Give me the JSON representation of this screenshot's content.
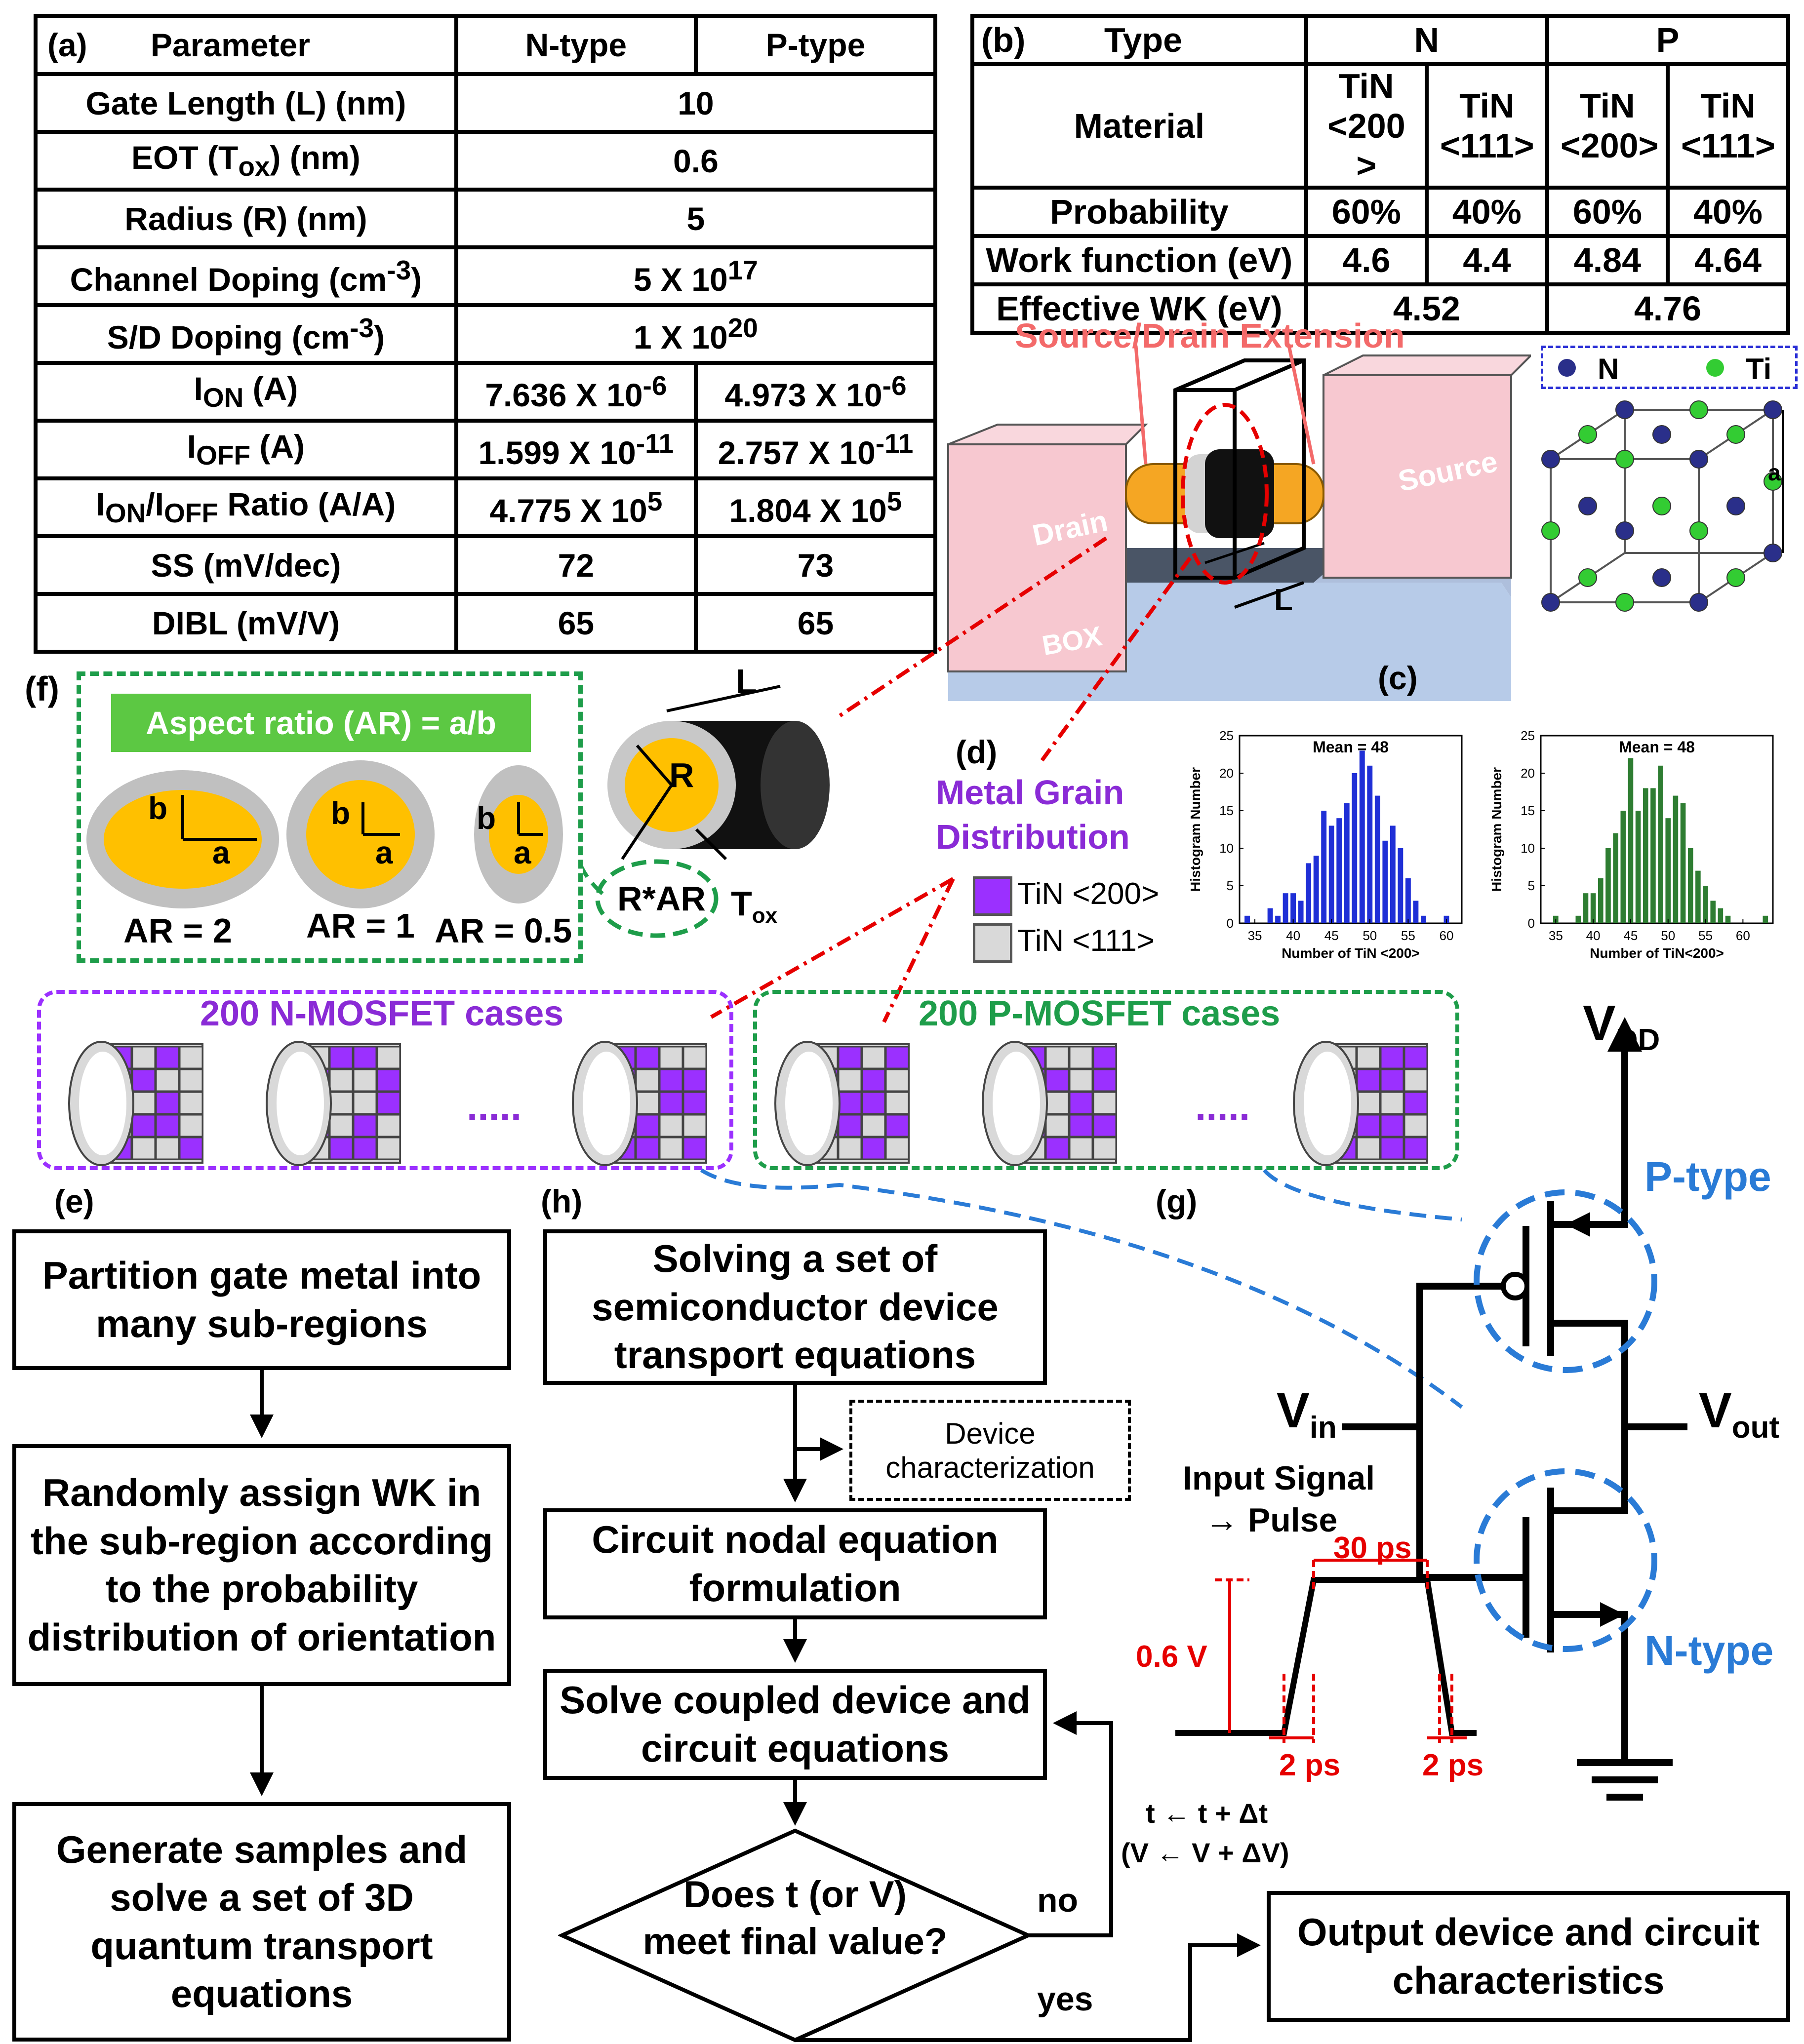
{
  "table_a": {
    "panel": "(a)",
    "header": [
      "Parameter",
      "N-type",
      "P-type"
    ],
    "rows": [
      {
        "param": "Gate Length (L) (nm)",
        "value": "10"
      },
      {
        "param_html": "EOT (T<sub>ox</sub>) (nm)",
        "value": "0.6"
      },
      {
        "param": "Radius (R) (nm)",
        "value": "5"
      },
      {
        "param_html": "Channel Doping (cm<sup>-3</sup>)",
        "value_html": "5 X 10<sup>17</sup>"
      },
      {
        "param_html": "S/D Doping (cm<sup>-3</sup>)",
        "value_html": "1 X 10<sup>20</sup>"
      },
      {
        "param_html": "I<sub>ON</sub> (A)",
        "n_html": "7.636 X 10<sup>-6</sup>",
        "p_html": "4.973 X 10<sup>-6</sup>"
      },
      {
        "param_html": "I<sub>OFF</sub> (A)",
        "n_html": "1.599 X 10<sup>-11</sup>",
        "p_html": "2.757 X 10<sup>-11</sup>"
      },
      {
        "param_html": "I<sub>ON</sub>/I<sub>OFF</sub> Ratio (A/A)",
        "n_html": "4.775 X 10<sup>5</sup>",
        "p_html": "1.804 X 10<sup>5</sup>"
      },
      {
        "param": "SS (mV/dec)",
        "n": "72",
        "p": "73"
      },
      {
        "param": "DIBL (mV/V)",
        "n": "65",
        "p": "65"
      }
    ]
  },
  "table_b": {
    "panel": "(b)",
    "type_label": "Type",
    "n_label": "N",
    "p_label": "P",
    "material_label": "Material",
    "materials": [
      "TiN <200>",
      "TiN <111>",
      "TiN <200>",
      "TiN <111>"
    ],
    "probability_label": "Probability",
    "probability": [
      "60%",
      "40%",
      "60%",
      "40%"
    ],
    "wf_label": "Work function (eV)",
    "wf": [
      "4.6",
      "4.4",
      "4.84",
      "4.64"
    ],
    "eff_label": "Effective WK (eV)",
    "eff": [
      "4.52",
      "4.76"
    ]
  },
  "device": {
    "sd_ext": "Source/Drain Extension",
    "drain": "Drain",
    "source": "Source",
    "box": "BOX",
    "L": "L",
    "legend_n": "N",
    "legend_ti": "Ti",
    "a": "a",
    "colors": {
      "drain_source": "#f7c8d0",
      "box": "#b7cbe8",
      "channel": "#f5a623",
      "gate": "#111111",
      "oxide": "#d3d3d3",
      "n_atom": "#2a2f8a",
      "ti_atom": "#33cc33"
    }
  },
  "panel_c": {
    "label": "(c)",
    "ylabel": "Histogram Number",
    "xlabel": "Number of TiN <200>",
    "xlabel2": "Number of TiN<200>",
    "mean": "Mean = 48",
    "yticks": [
      "0",
      "5",
      "10",
      "15",
      "20",
      "25"
    ],
    "xticks": [
      "35",
      "40",
      "45",
      "50",
      "55",
      "60"
    ]
  },
  "chart_data": [
    {
      "type": "bar",
      "title": "Mean = 48",
      "xlabel": "Number of TiN <200>",
      "ylabel": "Histogram Number",
      "ylim": [
        0,
        25
      ],
      "xlim": [
        33,
        62
      ],
      "x": [
        34,
        37,
        38,
        39,
        40,
        41,
        42,
        43,
        44,
        45,
        46,
        47,
        48,
        49,
        50,
        51,
        52,
        53,
        54,
        55,
        56,
        57,
        60
      ],
      "values": [
        1,
        2,
        1,
        4,
        4,
        3,
        8,
        9,
        15,
        13,
        14,
        16,
        20,
        23,
        21,
        17,
        11,
        13,
        10,
        6,
        3,
        1,
        1
      ],
      "color": "#1f2fd6"
    },
    {
      "type": "bar",
      "title": "Mean = 48",
      "xlabel": "Number of TiN<200>",
      "ylabel": "Histogram Number",
      "ylim": [
        0,
        25
      ],
      "xlim": [
        33,
        64
      ],
      "x": [
        35,
        38,
        39,
        40,
        41,
        42,
        43,
        44,
        45,
        46,
        47,
        48,
        49,
        50,
        51,
        52,
        53,
        54,
        55,
        56,
        57,
        58,
        63
      ],
      "values": [
        1,
        1,
        4,
        4,
        6,
        10,
        12,
        15,
        22,
        15,
        18,
        18,
        21,
        14,
        17,
        16,
        10,
        7,
        5,
        3,
        2,
        1,
        1
      ],
      "color": "#2e7d32"
    }
  ],
  "panel_d": {
    "label": "(d)",
    "title1": "Metal Grain",
    "title2": "Distribution",
    "legend1": "TiN <200>",
    "legend2": "TiN <111>",
    "color1": "#9b30ff",
    "color2": "#d9d9d9"
  },
  "panel_f": {
    "label": "(f)",
    "ar_title": "Aspect ratio (AR) = a/b",
    "b": "b",
    "a": "a",
    "ar2": "AR = 2",
    "ar1": "AR = 1",
    "ar05": "AR = 0.5",
    "rar": "R*AR",
    "L": "L",
    "R": "R",
    "tox": "T",
    "tox_sub": "ox"
  },
  "cases": {
    "n_title": "200 N-MOSFET cases",
    "p_title": "200 P-MOSFET cases",
    "dots": "....."
  },
  "panel_e": {
    "label": "(e)",
    "box1": "Partition gate metal into many sub-regions",
    "box2": "Randomly assign WK in the sub-region according to the probability distribution of orientation",
    "box3": "Generate samples and solve a set of 3D quantum transport equations"
  },
  "panel_h": {
    "label": "(h)",
    "box1": "Solving a set of semiconductor device transport equations",
    "device_char": "Device characterization",
    "box2": "Circuit nodal equation formulation",
    "box3": "Solve coupled device and circuit equations",
    "decision": "Does t (or V) meet final value?",
    "no": "no",
    "yes": "yes",
    "step1": "t ← t + Δt",
    "step2": "(V ← V + ΔV)",
    "output": "Output device and circuit characteristics"
  },
  "panel_g": {
    "label": "(g)",
    "vdd": "V",
    "vdd_sub": "DD",
    "ptype": "P-type",
    "ntype": "N-type",
    "vin": "V",
    "vin_sub": "in",
    "vout": "V",
    "vout_sub": "out",
    "input1": "Input Signal",
    "input2": "→ Pulse",
    "pulse_width": "30 ps",
    "amplitude": "0.6 V",
    "rise": "2 ps",
    "fall": "2 ps"
  }
}
